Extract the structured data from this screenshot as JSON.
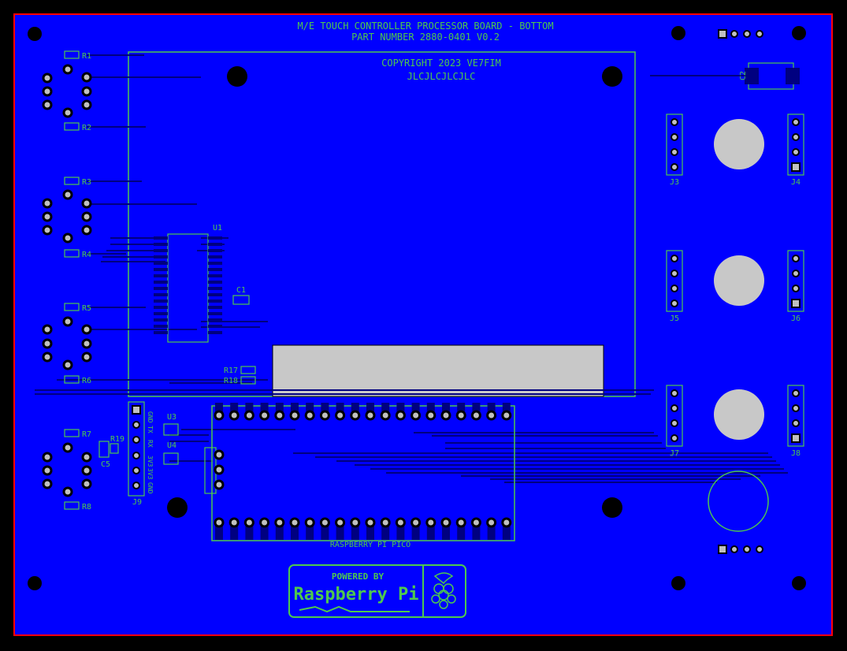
{
  "colors": {
    "background": "#000000",
    "board_fill": "#0000ff",
    "board_outline": "#ff0000",
    "trace": "#000080",
    "silkscreen": "#4ec84e",
    "pad": "#c0c0c0",
    "hole": "#000000",
    "display_window": "#c8c8c8"
  },
  "title": {
    "line1": "M/E TOUCH CONTROLLER PROCESSOR BOARD - BOTTOM",
    "line2": "PART NUMBER 2880-0401 V0.2"
  },
  "copyright": {
    "line1": "COPYRIGHT 2023 VE7FIM",
    "line2": "JLCJLCJLCJLC"
  },
  "refs": {
    "r1": "R1",
    "r2": "R2",
    "r3": "R3",
    "r4": "R4",
    "r5": "R5",
    "r6": "R6",
    "r7": "R7",
    "r8": "R8",
    "r17": "R17",
    "r18": "R18",
    "r19": "R19",
    "u1": "U1",
    "u3": "U3",
    "u4": "U4",
    "c1": "C1",
    "c2": "C2",
    "c5": "C5",
    "j3": "J3",
    "j4": "J4",
    "j5": "J5",
    "j6": "J6",
    "j7": "J7",
    "j8": "J8",
    "j9": "J9"
  },
  "j9_pins": [
    "GND",
    "TX",
    "RX",
    "3V3",
    "3V3",
    "GND"
  ],
  "pico_label": "RASPBERRY PI PICO",
  "logo": {
    "line1": "POWERED BY",
    "line2": "Raspberry Pi",
    "icon": "raspberry-icon"
  }
}
